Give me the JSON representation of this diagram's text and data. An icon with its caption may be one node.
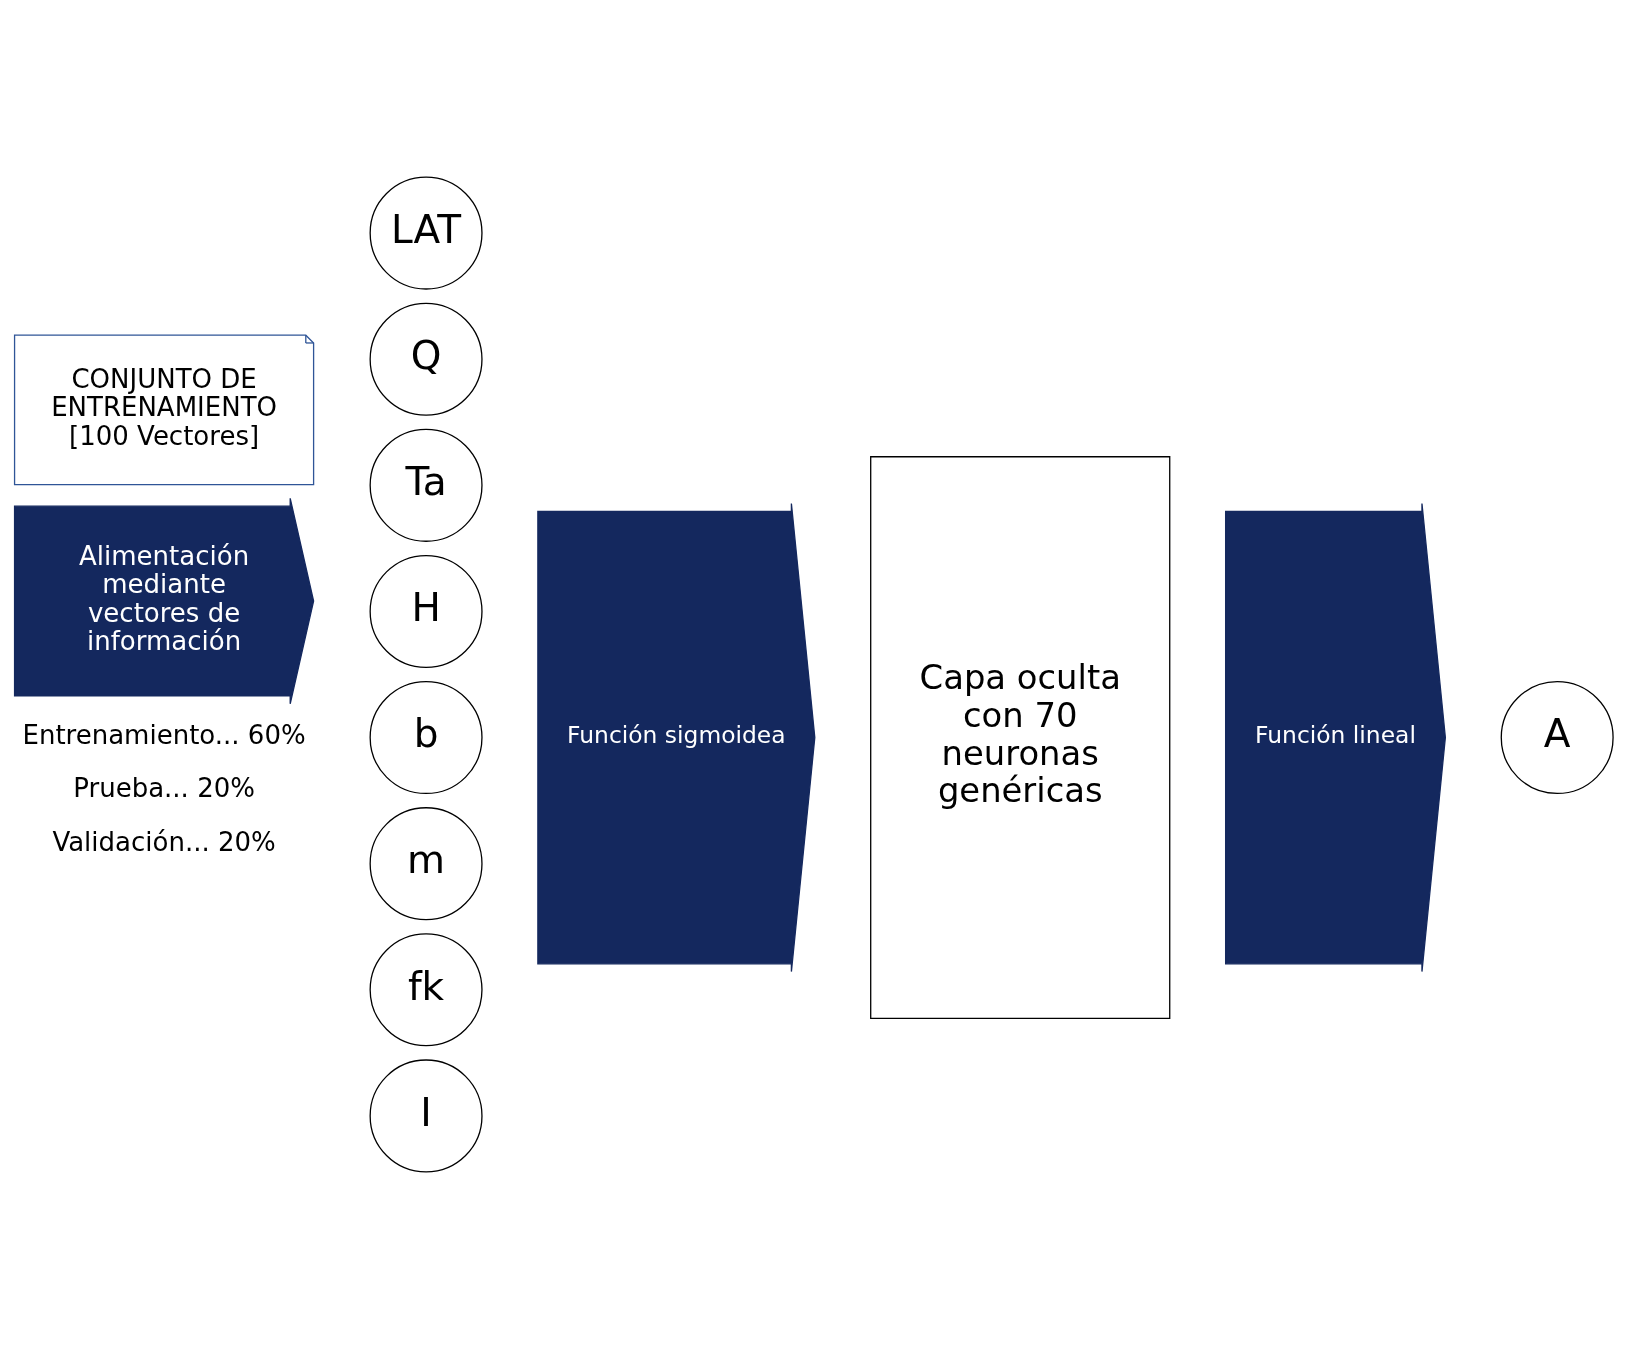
{
  "diagram": {
    "nodes": [
      {
        "text": [
          "CONJUNTO DE ENTRENAMIENTO [100 Vectores]"
        ]
      },
      {
        "text": [
          "Alimentación mediante vectores de información"
        ]
      },
      {
        "text": [
          "LAT"
        ]
      },
      {
        "text": [
          "Q"
        ]
      },
      {
        "text": [
          "Ta"
        ]
      },
      {
        "text": [
          "H"
        ]
      },
      {
        "text": [
          "b"
        ]
      },
      {
        "text": [
          "m"
        ]
      },
      {
        "text": [
          "fk"
        ]
      },
      {
        "text": [
          "I"
        ]
      },
      {
        "text": [
          "Función sigmoidea"
        ]
      },
      {
        "text": [
          "Capa oculta con 70 neuronas genéricas"
        ]
      },
      {
        "text": [
          "Función lineal"
        ]
      },
      {
        "text": [
          "A"
        ]
      }
    ],
    "labels": [
      "Entrenamiento... 60%",
      "Prueba... 20%",
      "Validación... 20%"
    ]
  }
}
